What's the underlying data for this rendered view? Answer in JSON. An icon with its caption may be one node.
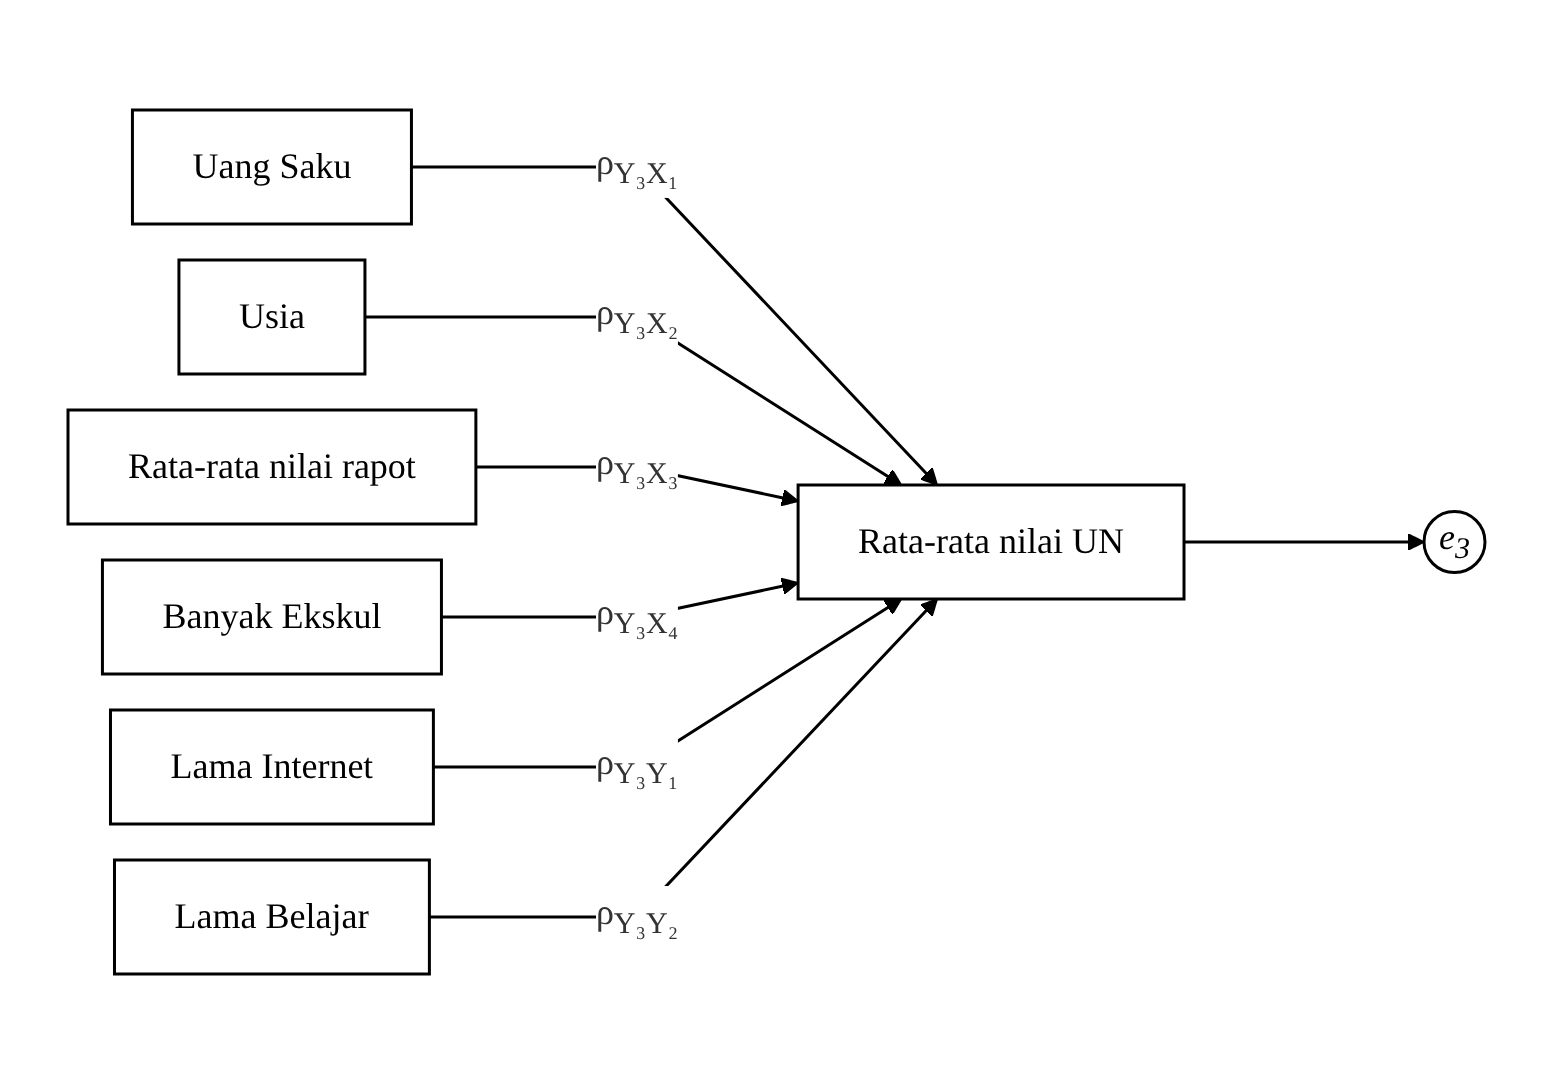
{
  "diagram": {
    "nodes": [
      {
        "text": [
          "Uang Saku"
        ]
      },
      {
        "text": [
          "Usia"
        ]
      },
      {
        "text": [
          "Rata-rata nilai rapot"
        ]
      },
      {
        "text": [
          "Banyak Ekskul"
        ]
      },
      {
        "text": [
          "Lama Internet"
        ]
      },
      {
        "text": [
          "Lama Belajar"
        ]
      },
      {
        "text": [
          "Rata-rata nilai UN"
        ]
      },
      {
        "text": [
          "e$_{3}$"
        ]
      }
    ],
    "edges": [
      {
        "from": 0,
        "to": 6,
        "arrow": "to",
        "label": "ρ$_{Y₃X₁}$"
      },
      {
        "from": 1,
        "to": 6,
        "arrow": "to",
        "label": "ρ$_{Y₃X₂}$"
      },
      {
        "from": 2,
        "to": 6,
        "arrow": "to",
        "label": "ρ$_{Y₃X₃}$"
      },
      {
        "from": 3,
        "to": 6,
        "arrow": "to",
        "label": "ρ$_{Y₃X₄}$"
      },
      {
        "from": 4,
        "to": 6,
        "arrow": "to",
        "label": "ρ$_{Y₃Y₁}$"
      },
      {
        "from": 5,
        "to": 6,
        "arrow": "to",
        "label": "ρ$_{Y₃Y₂}$"
      },
      {
        "from": 6,
        "to": 7,
        "arrow": "to"
      }
    ]
  }
}
